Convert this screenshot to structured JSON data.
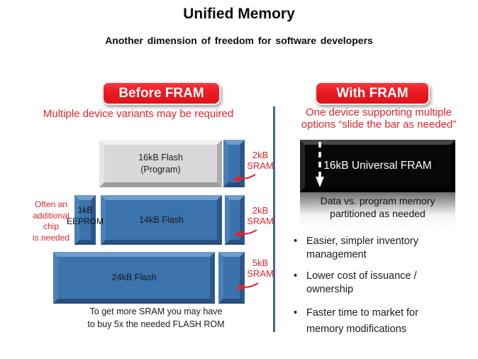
{
  "title": "Unified Memory",
  "subtitle": "Another dimension of freedom for software developers",
  "left": {
    "button": "Before FRAM",
    "caption": "Multiple device variants may be required",
    "row1": {
      "flash": "16kB Flash\n(Program)",
      "sram": "2kB\nSRAM"
    },
    "row2": {
      "note": "Often an\nadditional\nchip\nis needed",
      "eeprom": "1kB\nEEPROM",
      "flash": "14kB Flash",
      "sram": "2kB\nSRAM"
    },
    "row3": {
      "flash": "24kB Flash",
      "sram": "5kB\nSRAM"
    },
    "footnote": "To get more SRAM you may have\nto buy 5x the needed FLASH ROM"
  },
  "right": {
    "button": "With FRAM",
    "caption": "One device supporting multiple\noptions “slide the bar as needed”",
    "fram": "16kB Universal FRAM",
    "reflection": "Data vs. program memory\npartitioned as needed",
    "bullets": [
      "Easier, simpler inventory\nmanagement",
      "Lower cost of issuance /\nownership",
      "Faster time to market for\nmemory modifications"
    ]
  },
  "colors": {
    "accent_red": "#e3242b",
    "button_red": "#ec1c24",
    "chip_blue": "#3b73ad",
    "chip_gray": "#d8d8d8",
    "fram_black": "#070707",
    "divider_blue": "#3e6c8f"
  }
}
